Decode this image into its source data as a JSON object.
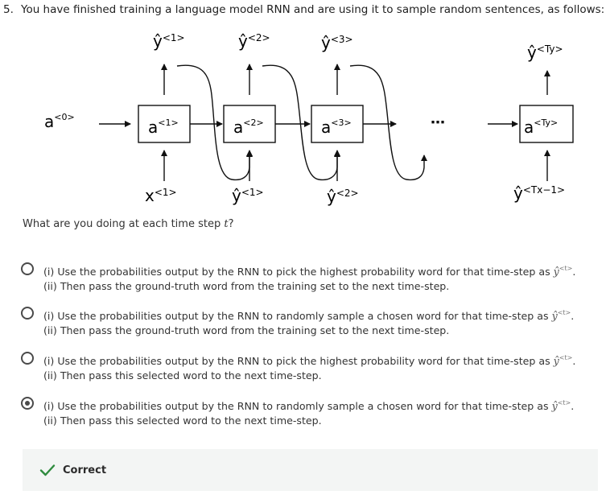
{
  "question": {
    "number": "5.",
    "prompt": "You have finished training a language model RNN and are using it to sample random sentences, as follows:",
    "ask_prefix": "What are you doing at each time step ",
    "ask_var": "t",
    "ask_suffix": "?"
  },
  "diagram": {
    "a0": "a",
    "a0_sup": "<0>",
    "cells": [
      {
        "base": "a",
        "sup": "<1>"
      },
      {
        "base": "a",
        "sup": "<2>"
      },
      {
        "base": "a",
        "sup": "<3>"
      },
      {
        "base": "a",
        "sup": "<Ty>"
      }
    ],
    "outputs": [
      {
        "base": "ŷ",
        "sup": "<1>"
      },
      {
        "base": "ŷ",
        "sup": "<2>"
      },
      {
        "base": "ŷ",
        "sup": "<3>"
      },
      {
        "base": "ŷ",
        "sup": "<Ty>"
      }
    ],
    "inputs": [
      {
        "base": "x",
        "sup": "<1>"
      },
      {
        "base": "ŷ",
        "sup": "<1>"
      },
      {
        "base": "ŷ",
        "sup": "<2>"
      },
      {
        "base": "ŷ",
        "sup": "<Tx−1>"
      }
    ],
    "ellipsis": "⋯"
  },
  "options": [
    {
      "pre": "(i) Use the probabilities output by the RNN to pick the highest probability word for that time-step as ",
      "sym": "ŷ",
      "sup": "<t>",
      "post": ". (ii) Then pass the ground-truth word from the training set to the next time-step.",
      "selected": false
    },
    {
      "pre": "(i) Use the probabilities output by the RNN to randomly sample a chosen word for that time-step as ",
      "sym": "ŷ",
      "sup": "<t>",
      "post": ".(ii) Then pass the ground-truth word from the training set to the next time-step.",
      "selected": false
    },
    {
      "pre": "(i) Use the probabilities output by the RNN to pick the highest probability word for that time-step as ",
      "sym": "ŷ",
      "sup": "<t>",
      "post": ".(ii) Then pass this selected word to the next time-step.",
      "selected": false
    },
    {
      "pre": "(i) Use the probabilities output by the RNN to randomly sample a chosen word for that time-step as ",
      "sym": "ŷ",
      "sup": "<t>",
      "post": ".(ii) Then pass this selected word to the next time-step.",
      "selected": true
    }
  ],
  "feedback": {
    "label": "Correct",
    "icon": "check-icon",
    "color": "#2e8b3e"
  }
}
